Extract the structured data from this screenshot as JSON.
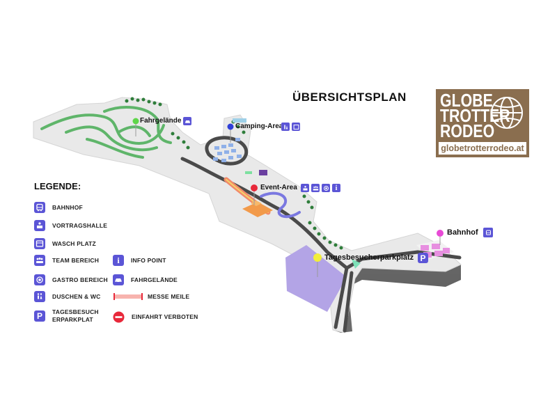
{
  "title": "ÜBERSICHTSPLAN",
  "logo": {
    "line1": "GLOBE",
    "line2": "TROTTER",
    "line3": "RODEO",
    "url": "globetrotterrodeo.at",
    "color": "#8a6e4f"
  },
  "accent_color": "#5b55d6",
  "legend": {
    "title": "LEGENDE:",
    "items": [
      {
        "icon": "bus-icon",
        "label": "BAHNHOF"
      },
      {
        "icon": "lecture-hall-icon",
        "label": "VORTRAGSHALLE"
      },
      {
        "icon": "wash-icon",
        "label": "WASCH PLATZ"
      },
      {
        "icon": "team-icon",
        "label": "TEAM BEREICH"
      },
      {
        "icon": "gastro-icon",
        "label": "GASTRO BEREICH"
      },
      {
        "icon": "shower-wc-icon",
        "label": "DUSCHEN & WC"
      },
      {
        "icon": "parking-icon",
        "label_line1": "TAGESBESUCH",
        "label_line2": "ERPARKPLAT"
      },
      {
        "icon": "info-icon",
        "label": "INFO POINT"
      },
      {
        "icon": "car-icon",
        "label": "FAHRGELÄNDE"
      },
      {
        "icon": "fair-mile-icon",
        "label": "MESSE MEILE"
      },
      {
        "icon": "no-entry-icon",
        "label": "EINFAHRT VERBOTEN"
      }
    ]
  },
  "locations": {
    "fahrgelaende": {
      "label": "Fahrgelände",
      "pin_color": "#5fd64a"
    },
    "camping": {
      "label": "Camping-Area",
      "pin_color": "#2f3fd8"
    },
    "event": {
      "label": "Event-Area",
      "pin_color": "#e8283a"
    },
    "parking": {
      "label": "Tagesbesucherparkplatz",
      "pin_color": "#f2ee3a",
      "badge": "P"
    },
    "bahnhof": {
      "label": "Bahnhof",
      "pin_color": "#e84ad6"
    }
  }
}
